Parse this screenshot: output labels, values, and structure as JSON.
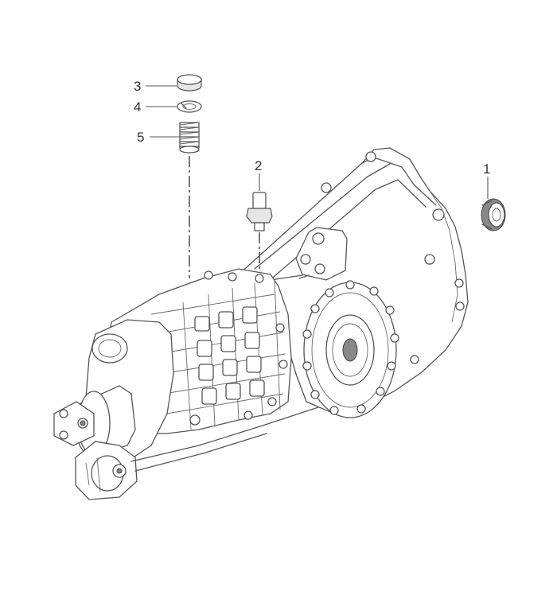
{
  "callouts": [
    {
      "id": "1",
      "label": "1"
    },
    {
      "id": "2",
      "label": "2"
    },
    {
      "id": "3",
      "label": "3"
    },
    {
      "id": "4",
      "label": "4"
    },
    {
      "id": "5",
      "label": "5"
    }
  ],
  "colors": {
    "line": "#555555",
    "background": "#ffffff"
  }
}
